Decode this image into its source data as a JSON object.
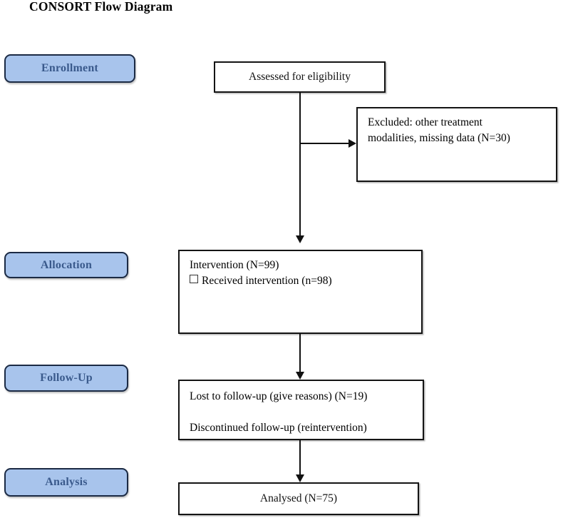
{
  "diagram": {
    "title": "CONSORT Flow Diagram",
    "type": "consort-flow-diagram"
  },
  "stages": [
    {
      "id": "enrollment",
      "label": "Enrollment"
    },
    {
      "id": "allocation",
      "label": "Allocation"
    },
    {
      "id": "followup",
      "label": "Follow-Up"
    },
    {
      "id": "analysis",
      "label": "Analysis"
    }
  ],
  "boxes": {
    "assessed": {
      "text": "Assessed for eligibility"
    },
    "excluded": {
      "line1": "Excluded: other treatment",
      "line2": "modalities, missing data (N=30)"
    },
    "allocation": {
      "line1": "Intervention (N=99)",
      "line2": "Received intervention (n=98)"
    },
    "followup": {
      "line1": "Lost to follow-up (give reasons) (N=19)",
      "line2": "Discontinued follow-up (reintervention)"
    },
    "analysis": {
      "text": "Analysed (N=75)"
    }
  },
  "colors": {
    "badge_fill": "#a8c4ec",
    "badge_border": "#1b2a44",
    "badge_text": "#3a5a8c",
    "box_border": "#141414",
    "box_fill": "#ffffff",
    "connector": "#111111",
    "page_background": "#ffffff"
  }
}
